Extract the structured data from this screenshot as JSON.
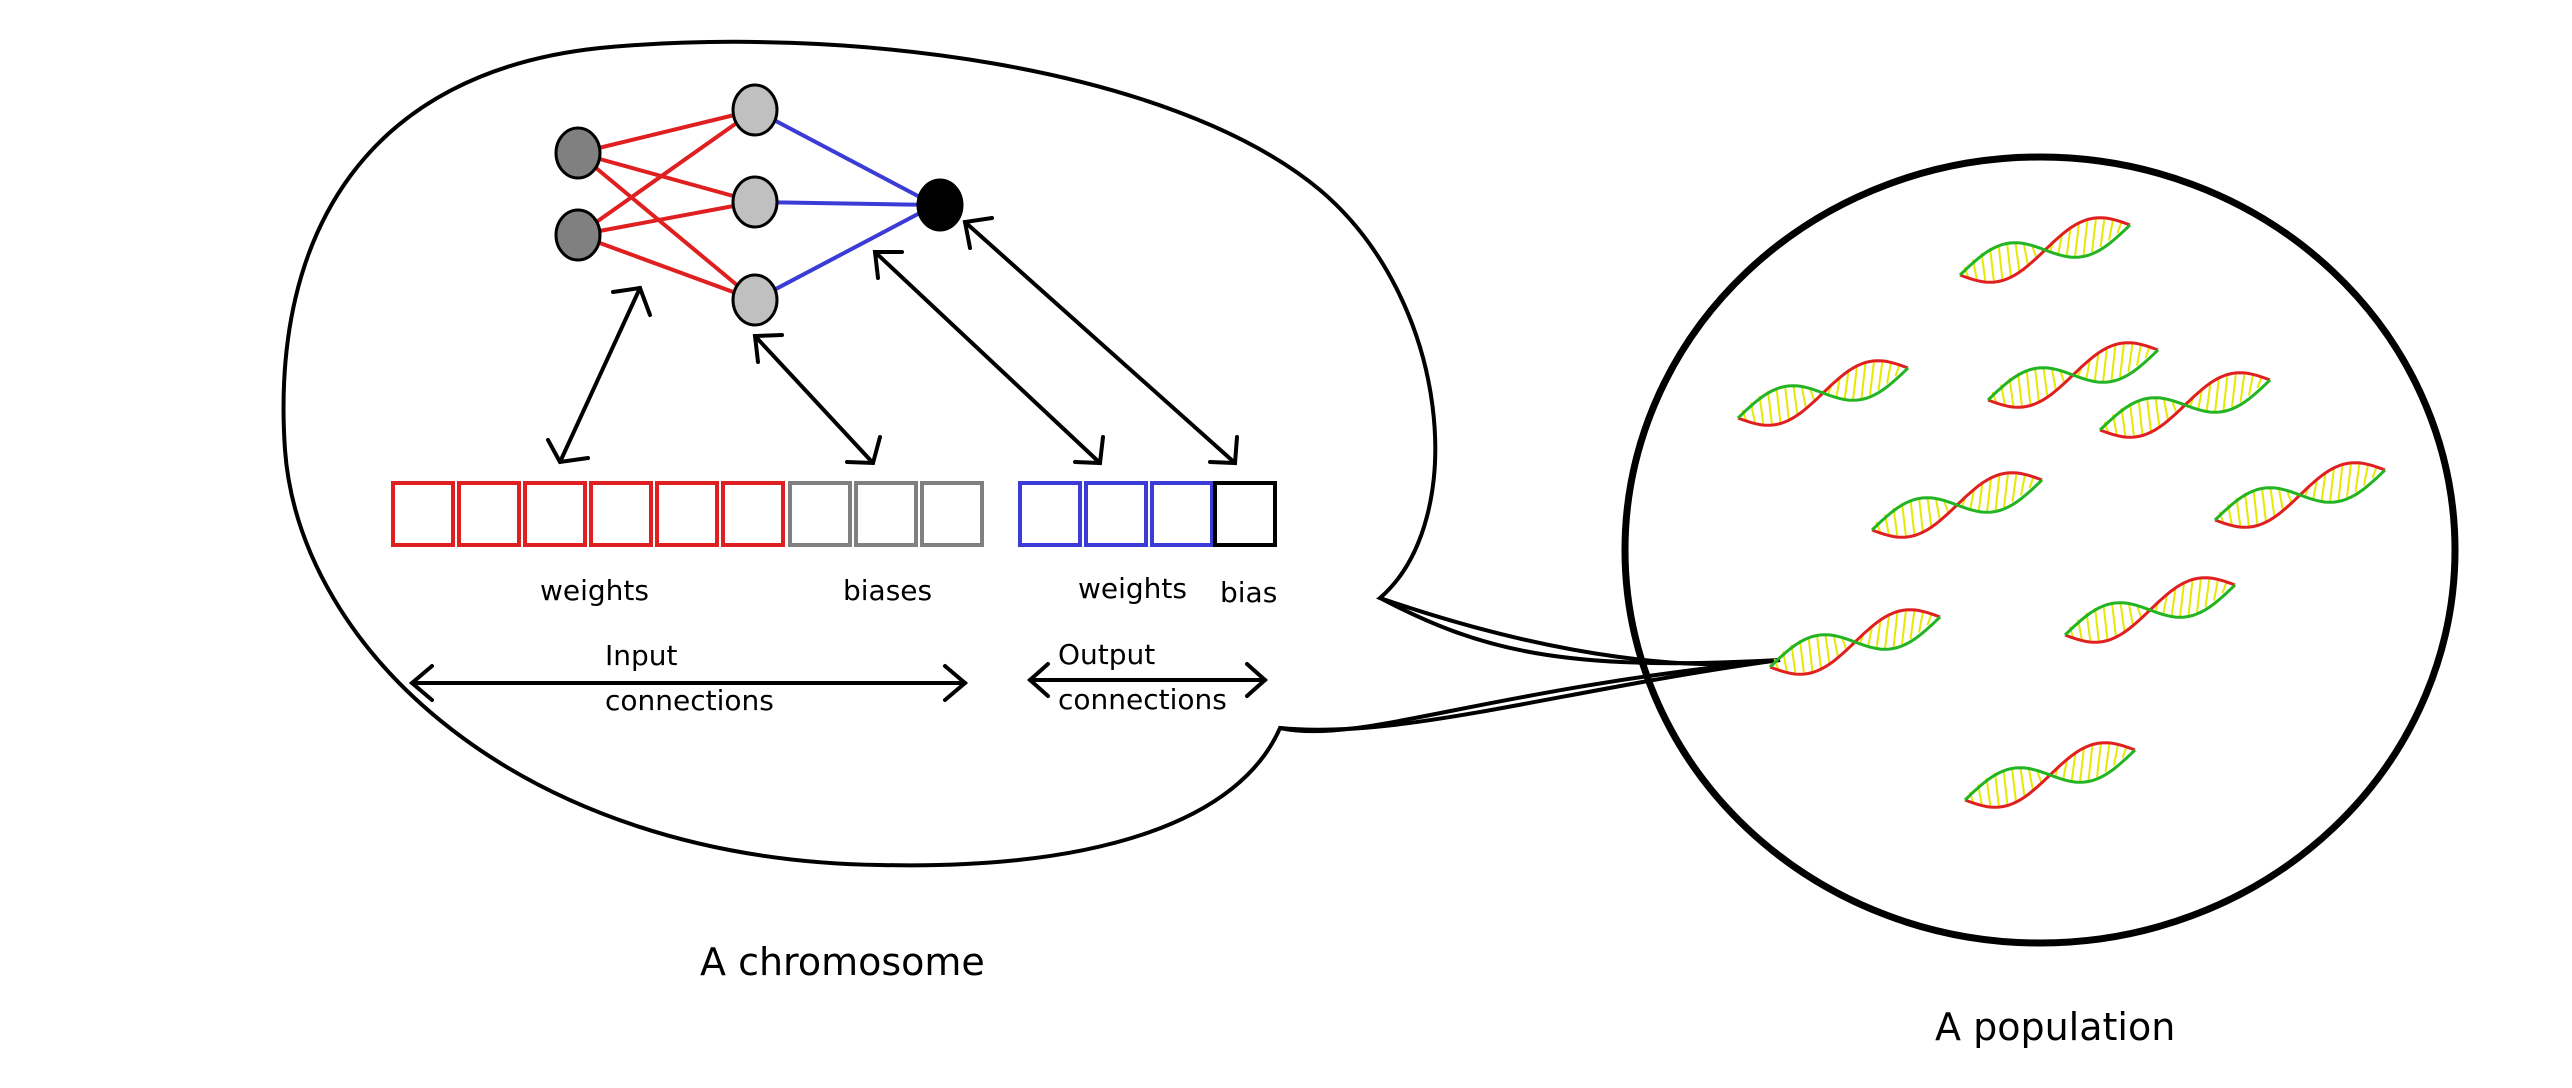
{
  "chromosome": {
    "caption": "A chromosome",
    "labels": {
      "input_weights": "weights",
      "biases": "biases",
      "output_weights": "weights",
      "bias": "bias",
      "input_connections_line1": "Input",
      "input_connections_line2": "connections",
      "output_connections_line1": "Output",
      "output_connections_line2": "connections"
    },
    "genes": [
      {
        "group": "input-weights",
        "count": 6,
        "color": "#e02020"
      },
      {
        "group": "input-biases",
        "count": 3,
        "color": "#808080"
      },
      {
        "group": "output-weights",
        "count": 3,
        "color": "#3b3bd6"
      },
      {
        "group": "output-bias",
        "count": 1,
        "color": "#000000"
      }
    ],
    "network": {
      "input_neurons": 2,
      "hidden_neurons": 3,
      "output_neurons": 1,
      "input_neuron_color": "#808080",
      "hidden_neuron_color": "#c0c0c0",
      "output_neuron_color": "#000000",
      "input_connection_color": "#e02020",
      "output_connection_color": "#3b3bd6"
    }
  },
  "population": {
    "caption": "A population",
    "individuals": 9,
    "dna_colors": {
      "strand_a": "#e02020",
      "strand_b": "#22b422",
      "rungs": "#e8e800"
    }
  }
}
